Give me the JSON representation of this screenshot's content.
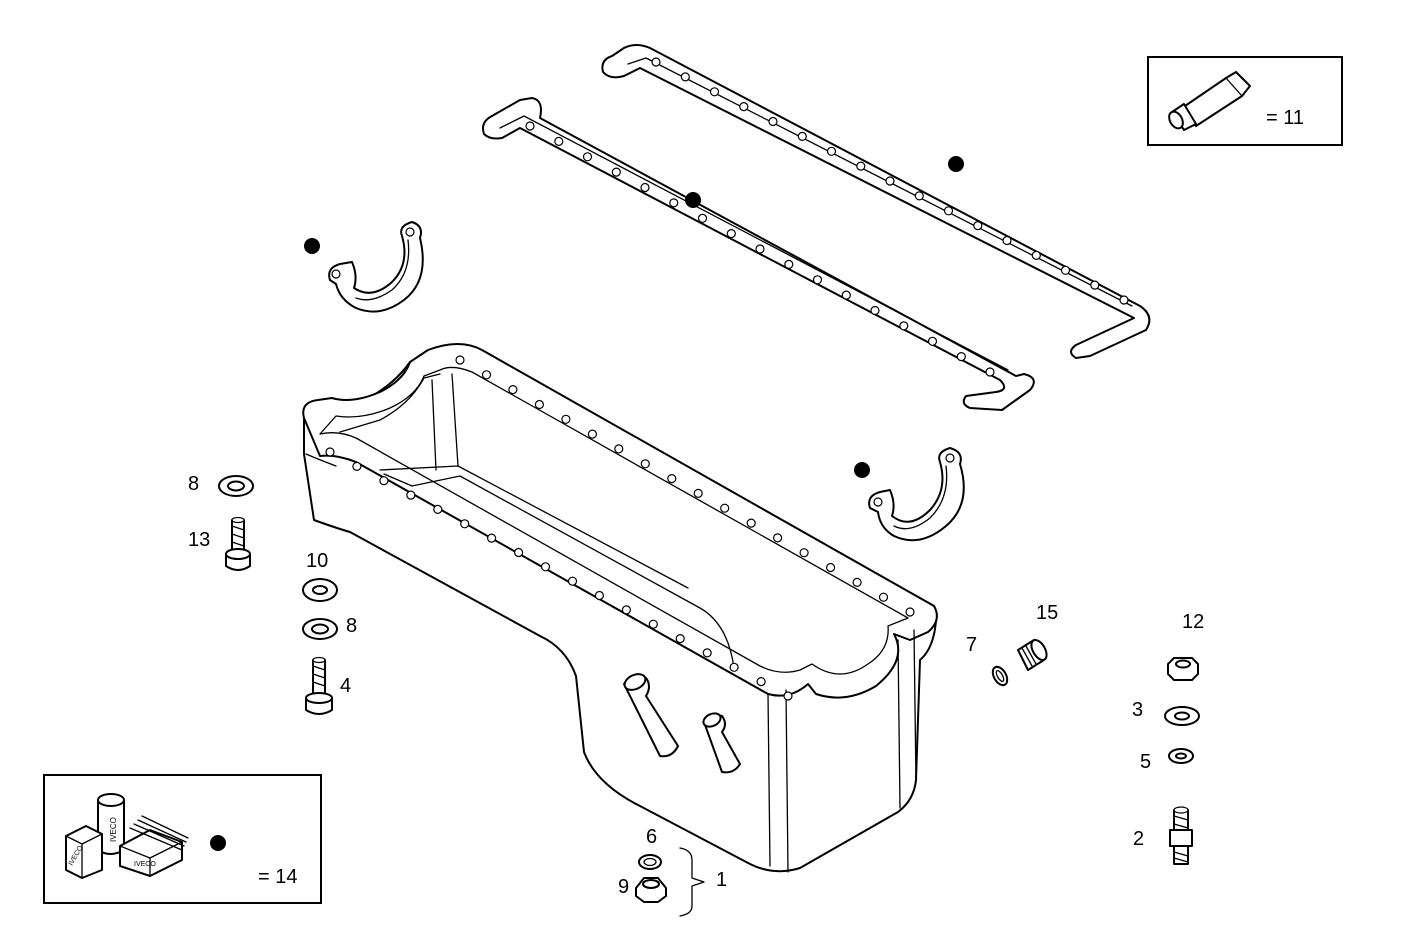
{
  "callouts": {
    "c1": "1",
    "c2": "2",
    "c3": "3",
    "c4": "4",
    "c5": "5",
    "c6": "6",
    "c7": "7",
    "c8a": "8",
    "c8b": "8",
    "c9": "9",
    "c10": "10",
    "c12": "12",
    "c13": "13",
    "c15": "15"
  },
  "legend": {
    "sealant_label": "= 11",
    "kit_label": "= 14",
    "kit_box_text": "IVECO"
  },
  "marker_color": "#000000",
  "line_color": "#000000"
}
